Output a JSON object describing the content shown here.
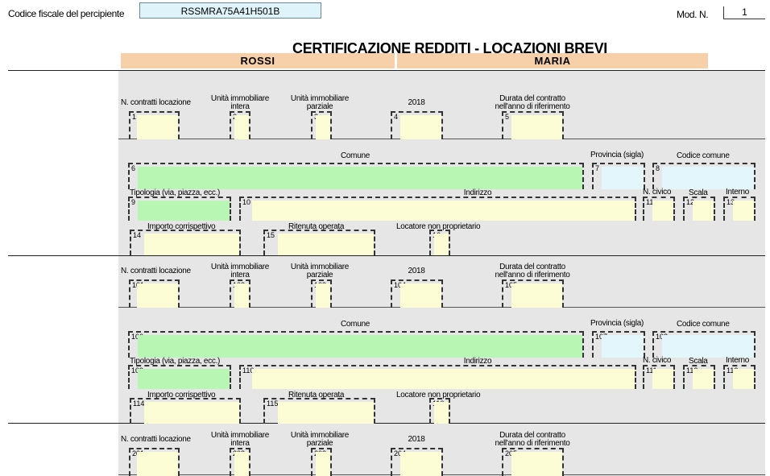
{
  "header": {
    "cf_label": "Codice fiscale del percipiente",
    "cf_value": "RSSMRA75A41H501B",
    "mod_label": "Mod. N.",
    "mod_value": "1"
  },
  "title": "CERTIFICAZIONE REDDITI - LOCAZIONI BREVI",
  "names": {
    "surname": "ROSSI",
    "firstname": "MARIA"
  },
  "labels": {
    "n_contratti": "N. contratti locazione",
    "unita_intera_1": "Unità immobiliare",
    "unita_intera_2": "intera",
    "unita_parziale_1": "Unità immobiliare",
    "unita_parziale_2": "parziale",
    "anno": "2018",
    "durata_1": "Durata del contratto",
    "durata_2": "nell'anno di riferimento",
    "comune": "Comune",
    "provincia": "Provincia (sigla)",
    "codice_comune": "Codice comune",
    "tipologia": "Tipologia (via, piazza, ecc.)",
    "indirizzo": "Indirizzo",
    "n_civico": "N. civico",
    "scala": "Scala",
    "interno": "Interno",
    "importo": "Importo corrispettivo",
    "ritenuta": "Ritenuta operata",
    "locatore": "Locatore non proprietario"
  },
  "sections": [
    {
      "row1": [
        "1",
        "2",
        "3",
        "4",
        "5"
      ],
      "row2": [
        "6",
        "7",
        "8"
      ],
      "row3": [
        "9",
        "10",
        "11",
        "12",
        "13"
      ],
      "row4": [
        "14",
        "15",
        "16"
      ]
    },
    {
      "row1": [
        "101",
        "102",
        "103",
        "104",
        "105"
      ],
      "row2": [
        "106",
        "107",
        "108"
      ],
      "row3": [
        "109",
        "110",
        "111",
        "112",
        "113"
      ],
      "row4": [
        "114",
        "115",
        "116"
      ]
    },
    {
      "row1": [
        "201",
        "202",
        "203",
        "204",
        "205"
      ]
    }
  ]
}
